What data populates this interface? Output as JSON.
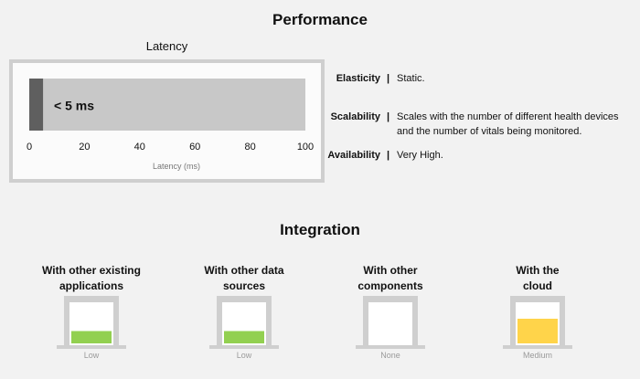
{
  "performance": {
    "title": "Performance",
    "latency": {
      "caption": "Latency",
      "value_label": "< 5 ms",
      "axis_label": "Latency (ms)",
      "ticks": [
        "0",
        "20",
        "40",
        "60",
        "80",
        "100"
      ],
      "range": [
        0,
        100
      ],
      "bar_value": 5
    },
    "properties": [
      {
        "label": "Elasticity",
        "separator": "|",
        "value": "Static."
      },
      {
        "label": "Scalability",
        "separator": "|",
        "value_lines": [
          "Scales with the number of different health devices",
          "and the number of vitals being monitored."
        ]
      },
      {
        "label": "Availability",
        "separator": "|",
        "value": "Very High."
      }
    ]
  },
  "integration": {
    "title": "Integration",
    "items": [
      {
        "label_lines": [
          "With other existing",
          "applications"
        ],
        "level": "Low",
        "fill": 0.3,
        "color": "#92d050"
      },
      {
        "label_lines": [
          "With other data",
          "sources"
        ],
        "level": "Low",
        "fill": 0.3,
        "color": "#92d050"
      },
      {
        "label_lines": [
          "With other",
          "components"
        ],
        "level": "None",
        "fill": 0,
        "color": "#92d050"
      },
      {
        "label_lines": [
          "With the",
          "cloud"
        ],
        "level": "Medium",
        "fill": 0.6,
        "color": "#ffd44a"
      }
    ]
  },
  "colors": {
    "track": "#c8c8c8",
    "bar": "#5f5f5f",
    "frame": "#cfcfcf"
  }
}
